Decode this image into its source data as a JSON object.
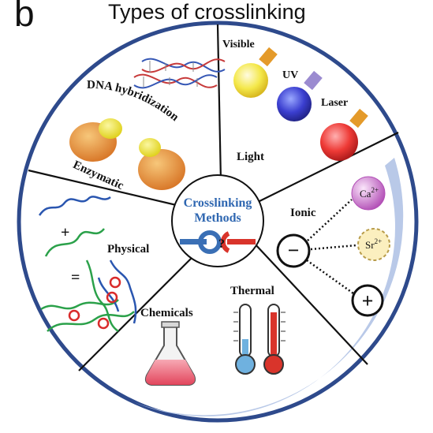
{
  "panel_letter": "b",
  "title": "Types of crosslinking",
  "center": {
    "line1": "Crosslinking",
    "line2": "Methods",
    "question": "?"
  },
  "sectors": {
    "enzymatic": {
      "label_top": "DNA hybridization",
      "label": "Enzymatic"
    },
    "light": {
      "label": "Light",
      "items": [
        "Visible",
        "UV",
        "Laser"
      ]
    },
    "ionic": {
      "label": "Ionic",
      "cation1": "Ca",
      "cation1_charge": "2+",
      "cation2": "Sr",
      "cation2_charge": "2+",
      "minus": "−",
      "plus": "+"
    },
    "physical": {
      "label": "Physical",
      "plus": "+",
      "equals": "="
    },
    "chemicals": {
      "label": "Chemicals"
    },
    "thermal": {
      "label": "Thermal"
    }
  },
  "colors": {
    "ring": "#2e4a8c",
    "crescent": "#b9c9e8",
    "divider": "#111111",
    "blue_key": "#3a6fb5",
    "red_key": "#d9342b",
    "center_text": "#2f67b1"
  }
}
